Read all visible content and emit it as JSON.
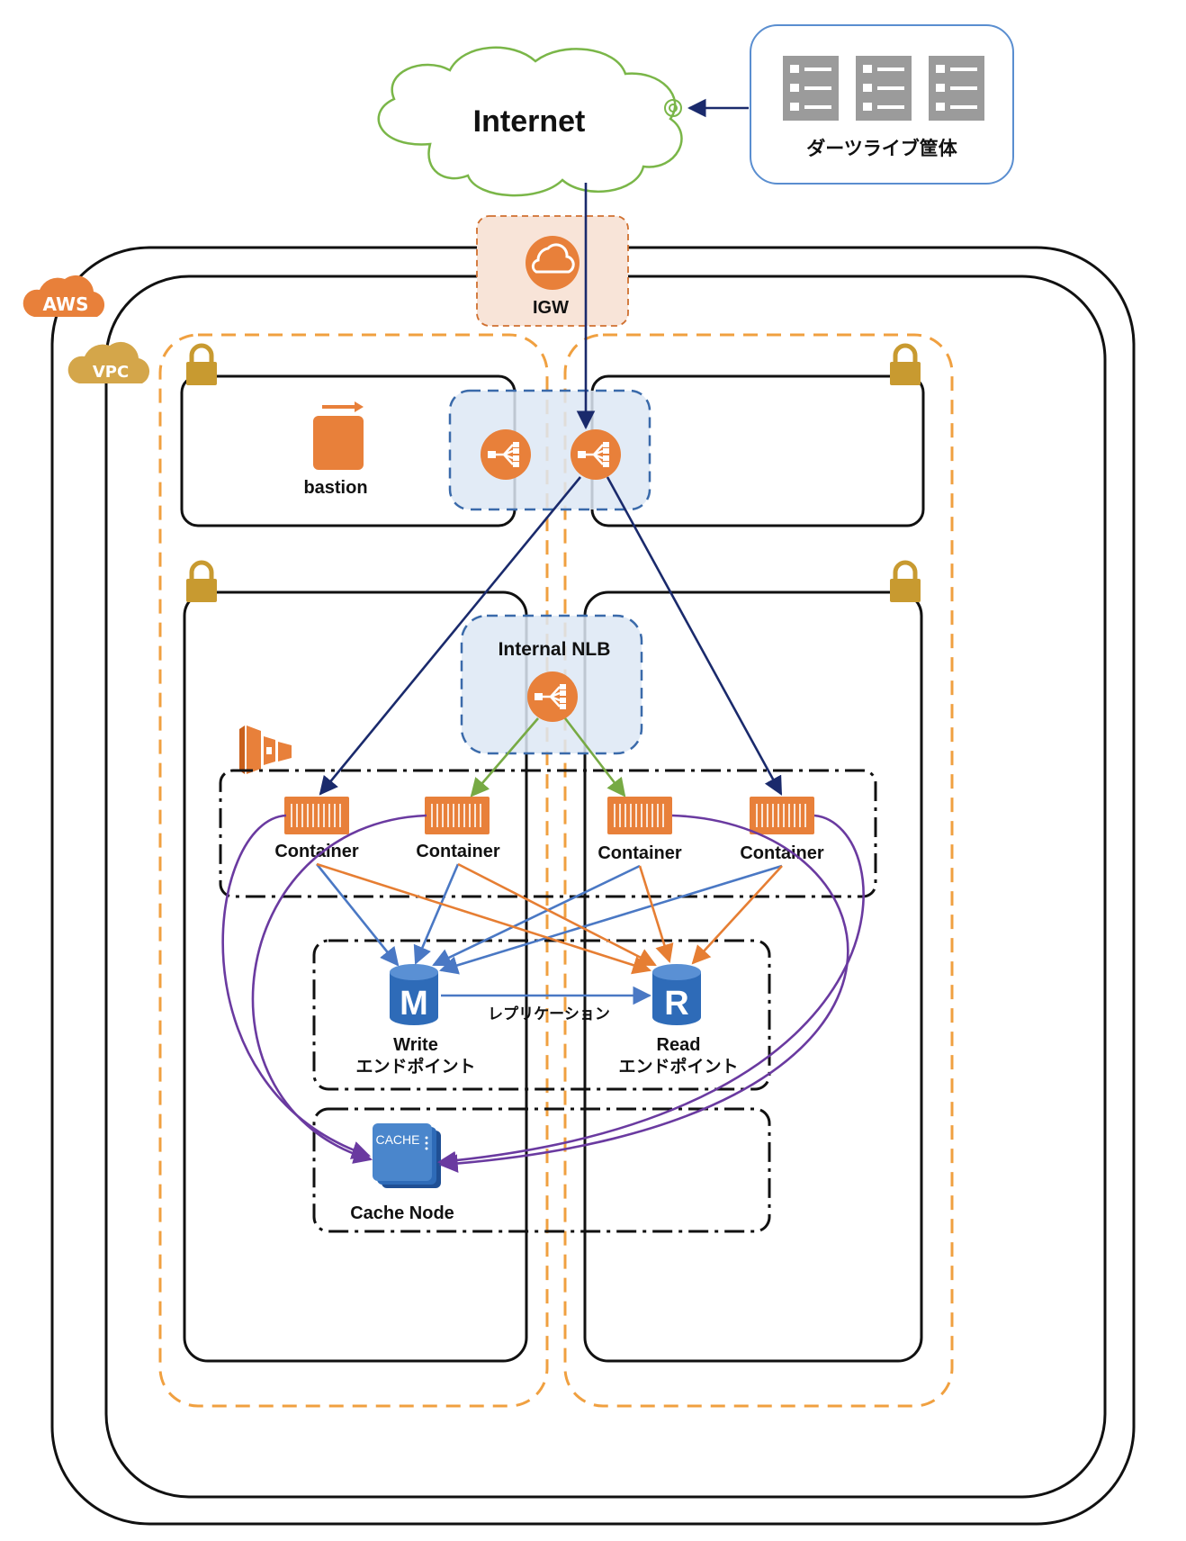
{
  "internet": {
    "label": "Internet"
  },
  "datacenter": {
    "label": "ダーツライブ筐体"
  },
  "igw": {
    "label": "IGW"
  },
  "aws": {
    "badge": "AWS"
  },
  "vpc": {
    "badge": "VPC"
  },
  "bastion": {
    "label": "bastion"
  },
  "internal_nlb": {
    "label": "Internal NLB"
  },
  "containers": [
    {
      "label": "Container"
    },
    {
      "label": "Container"
    },
    {
      "label": "Container"
    },
    {
      "label": "Container"
    }
  ],
  "rds": {
    "master_letter": "M",
    "replica_letter": "R",
    "replication_label": "レプリケーション",
    "write_line1": "Write",
    "write_line2": "エンドポイント",
    "read_line1": "Read",
    "read_line2": "エンドポイント"
  },
  "cache": {
    "icon_text": "CACHE",
    "label": "Cache Node"
  },
  "colors": {
    "navy_arrow": "#1a2a6c",
    "green_arrow": "#77aa44",
    "blue_arrow": "#4a78c4",
    "orange_arrow": "#e67e33",
    "purple_arrow": "#6a3aa0",
    "aws_orange": "#e8803a",
    "az_dash": "#f0a040",
    "lb_box_fill": "#dde8f4",
    "lb_box_stroke": "#3a6aaa",
    "lock_gold": "#c89a30",
    "cloud_green": "#7ab648"
  }
}
